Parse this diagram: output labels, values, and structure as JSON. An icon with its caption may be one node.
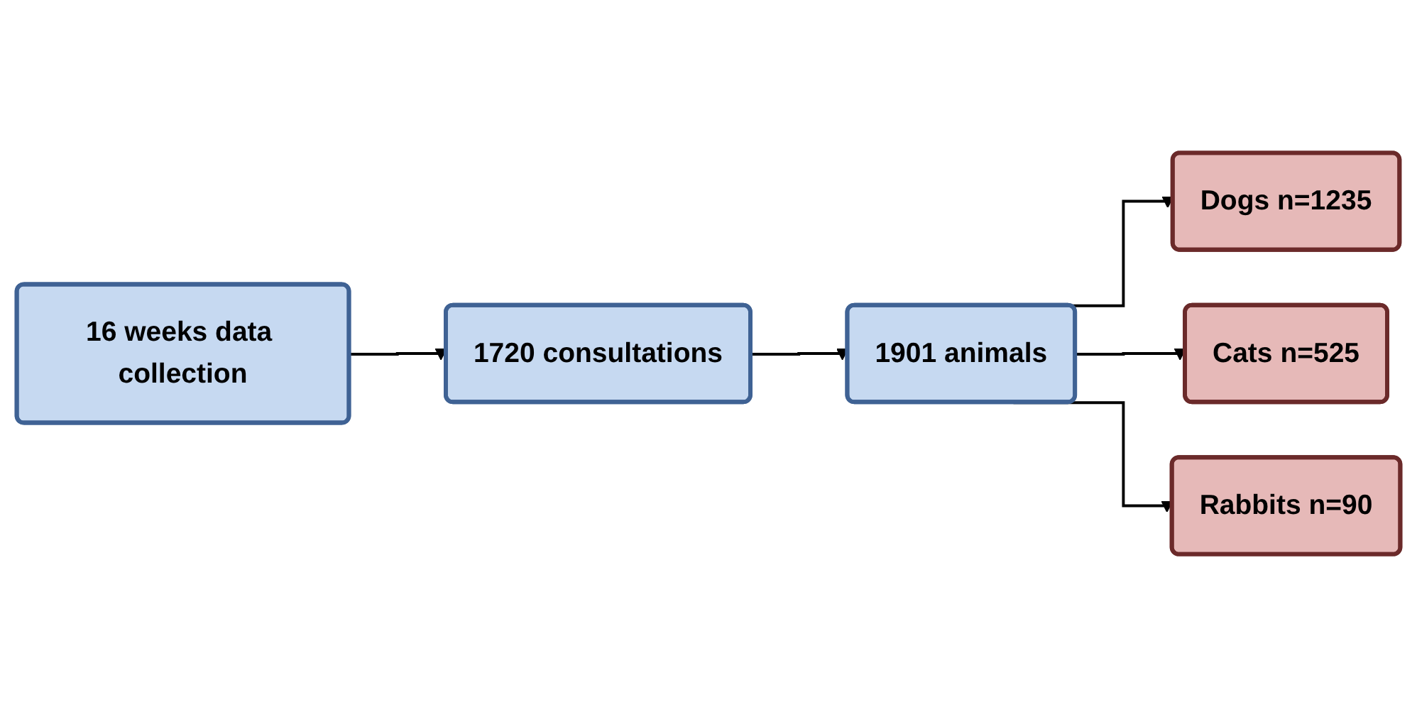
{
  "diagram": {
    "nodes": [
      {
        "text": [
          "16 weeks data collection"
        ]
      },
      {
        "text": [
          "1720 consultations"
        ]
      },
      {
        "text": [
          "1901 animals"
        ]
      },
      {
        "text": [
          "Dogs n=1235"
        ]
      },
      {
        "text": [
          "Cats n=525"
        ]
      },
      {
        "text": [
          "Rabbits n=90"
        ]
      }
    ],
    "edges": [
      {
        "from": 0,
        "to": 1,
        "arrow": "to"
      },
      {
        "from": 1,
        "to": 2,
        "arrow": "to"
      },
      {
        "from": 2,
        "to": 3,
        "arrow": "to"
      },
      {
        "from": 2,
        "to": 4,
        "arrow": "to"
      },
      {
        "from": 2,
        "to": 5,
        "arrow": "to"
      }
    ]
  }
}
